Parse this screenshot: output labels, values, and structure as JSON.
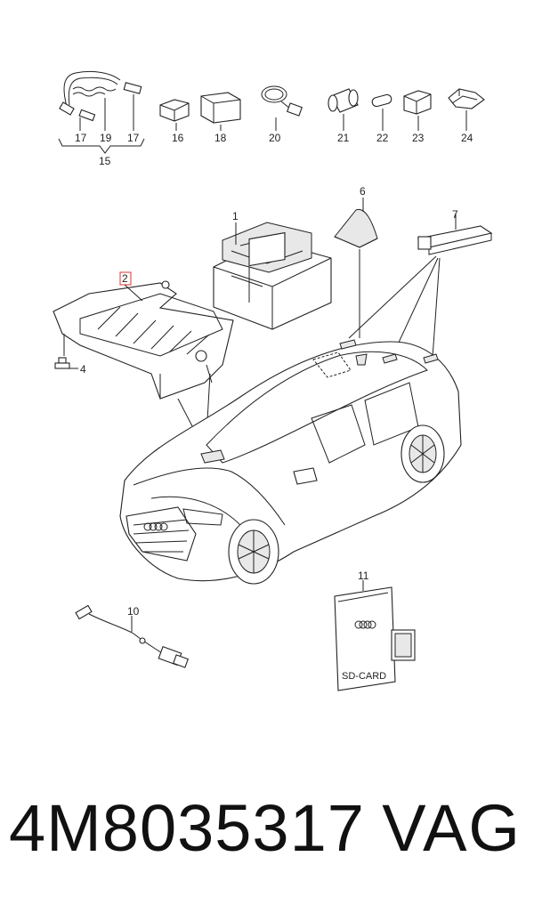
{
  "callouts": {
    "c17a": "17",
    "c19": "19",
    "c17b": "17",
    "c15": "15",
    "c16": "16",
    "c18": "18",
    "c20": "20",
    "c21": "21",
    "c22": "22",
    "c23": "23",
    "c24": "24",
    "c1": "1",
    "c2": "2",
    "c4": "4",
    "c6": "6",
    "c7": "7",
    "c10": "10",
    "c11": "11"
  },
  "sd_card_label": "SD-CARD",
  "part_number": "4M8035317",
  "manufacturer": "VAG",
  "colors": {
    "highlight": "#e03030",
    "line": "#222222"
  }
}
